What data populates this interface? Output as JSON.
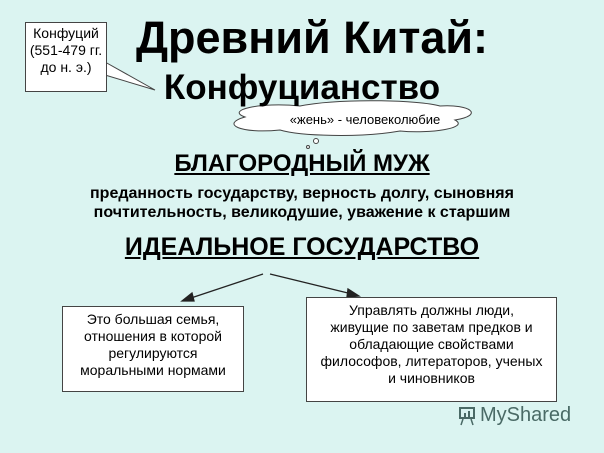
{
  "callout": {
    "line1": "Конфуций",
    "line2": "(551-479 гг.",
    "line3": "до н. э.)"
  },
  "title": "Древний Китай:",
  "subtitle": "Конфуцианство",
  "cloud": "«жень» - человеколюбие",
  "noble_heading": "БЛАГОРОДНЫЙ МУЖ",
  "virtues": {
    "line1": "преданность государству, верность долгу, сыновняя",
    "line2": "почтительность, великодушие, уважение к старшим"
  },
  "state_heading": "ИДЕАЛЬНОЕ ГОСУДАРСТВО",
  "left_box": [
    "Это большая семья,",
    "отношения в которой",
    "регулируются",
    "моральными нормами"
  ],
  "right_box": [
    "Управлять должны люди,",
    "живущие по заветам предков и",
    "обладающие свойствами",
    "философов, литераторов, ученых",
    "и чиновников"
  ],
  "watermark": "MyShared"
}
